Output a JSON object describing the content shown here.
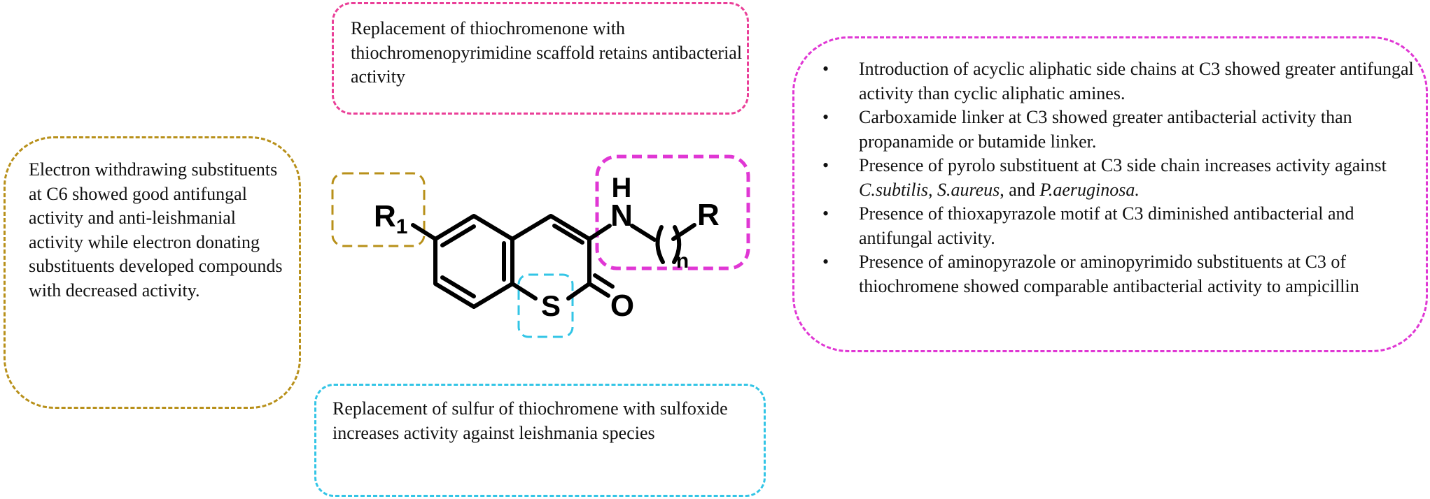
{
  "colors": {
    "r1_region": "#b8901a",
    "scaffold_region": "#ea3f98",
    "sulfur_region": "#33c5e6",
    "c3_region": "#e037d4",
    "bond": "#000000"
  },
  "notes": {
    "c6_substituents": "Electron withdrawing substituents at C6 showed good antifungal activity and anti-leishmanial activity while electron donating substituents developed compounds with decreased activity.",
    "scaffold": "Replacement of thiochromenone with thiochromenopyrimidine scaffold retains antibacterial activity",
    "sulfur": "Replacement of sulfur of thiochromene with sulfoxide increases activity against leishmania species"
  },
  "c3_findings": {
    "bullet": "•",
    "items": [
      {
        "text": "Introduction of acyclic aliphatic side chains at C3 showed greater antifungal activity than cyclic aliphatic amines."
      },
      {
        "text": "Carboxamide linker at C3 showed greater antibacterial activity than propanamide or butamide linker."
      },
      {
        "prefix": "Presence of pyrolo substituent at C3 side chain increases activity against ",
        "species_1": "C.subtilis, S.aureus",
        "connector": ", and ",
        "species_2": "P.aeruginosa."
      },
      {
        "text": "Presence of thioxapyrazole motif at C3 diminished antibacterial and antifungal activity."
      },
      {
        "text": "Presence of aminopyrazole or aminopyrimido substituents at C3 of thiochromene showed comparable antibacterial activity to ampicillin"
      }
    ]
  },
  "structure": {
    "r1_symbol": "R",
    "r1_subscript": "1",
    "sulfur": "S",
    "oxygen": "O",
    "nh_n": "N",
    "nh_h": "H",
    "chain_subscript": "n",
    "r_symbol": "R"
  }
}
